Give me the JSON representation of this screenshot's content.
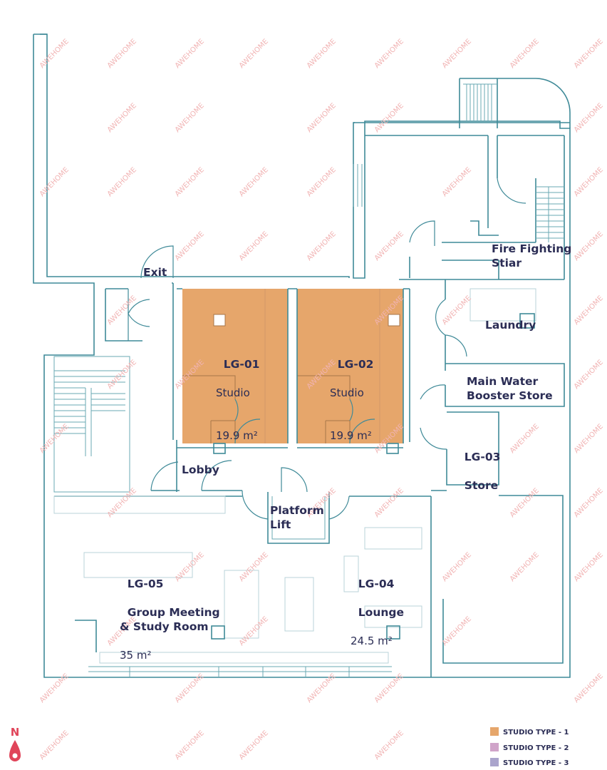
{
  "colors": {
    "wall": "#3f8a98",
    "studio_type_1": "#e6a66b",
    "studio_type_2": "#d0a4c9",
    "studio_type_3": "#aaa4cc",
    "label": "#2b2d55",
    "watermark": "#f1b3b3",
    "compass": "#e0455a"
  },
  "watermark": "AWEHOME",
  "compass": {
    "letter": "N",
    "icon": "north-arrow-icon"
  },
  "rooms": {
    "lg01": {
      "code": "LG-01",
      "type": "Studio",
      "area": "19.9 m²"
    },
    "lg02": {
      "code": "LG-02",
      "type": "Studio",
      "area": "19.9 m²"
    },
    "lg03": {
      "code": "LG-03",
      "type": "Store"
    },
    "lg04": {
      "code": "LG-04",
      "type": "Lounge",
      "area": "24.5 m²"
    },
    "lg05": {
      "code": "LG-05",
      "type": "Group Meeting\n& Study Room",
      "area": "35 m²"
    },
    "exit": "Exit",
    "lobby": "Lobby",
    "lift": "Platform\nLift",
    "laundry": "Laundry",
    "fire_stair": "Fire Fighting\nStiar",
    "water_store": "Main Water\nBooster Store"
  },
  "legend": [
    {
      "label": "STUDIO TYPE - 1",
      "color": "#e6a66b"
    },
    {
      "label": "STUDIO TYPE - 2",
      "color": "#d0a4c9"
    },
    {
      "label": "STUDIO TYPE - 3",
      "color": "#aaa4cc"
    }
  ]
}
